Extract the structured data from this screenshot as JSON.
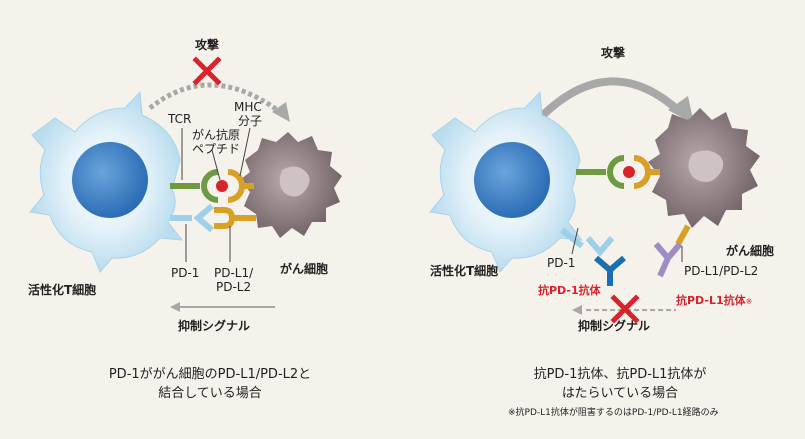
{
  "left_panel": {
    "attack_label": "攻撃",
    "tcr_label": "TCR",
    "antigen_label_line1": "がん抗原",
    "antigen_label_line2": "ペプチド",
    "mhc_label_line1": "MHC",
    "mhc_label_line2": "分子",
    "pd1_label": "PD-1",
    "pdl_label_line1": "PD-L1/",
    "pdl_label_line2": "PD-L2",
    "tcell_label": "活性化T細胞",
    "cancer_label": "がん細胞",
    "signal_label": "抑制シグナル",
    "caption_line1": "PD-1ががん細胞のPD-L1/PD-L2と",
    "caption_line2": "結合している場合"
  },
  "right_panel": {
    "attack_label": "攻撃",
    "pd1_label": "PD-1",
    "anti_pd1_label": "抗PD-1抗体",
    "pdl_label": "PD-L1/PD-L2",
    "anti_pdl1_label": "抗PD-L1抗体",
    "anti_pdl1_mark": "※",
    "tcell_label": "活性化T細胞",
    "cancer_label": "がん細胞",
    "signal_label": "抑制シグナル",
    "caption_line1": "抗PD-1抗体、抗PD-L1抗体が",
    "caption_line2": "はたらいている場合",
    "footnote": "※抗PD-L1抗体が阻害するのはPD-1/PD-L1経路のみ"
  },
  "colors": {
    "background": "#f5f2ec",
    "tcell_outer": "#cfe6f3",
    "tcell_nucleus": "#3f82c9",
    "cancer_cell": "#8a7a7e",
    "tcr_green": "#6d9a43",
    "mhc_orange": "#d9a028",
    "antigen_red": "#d8232a",
    "pd1_lightblue": "#9fd0ea",
    "anti_pd1_blue": "#1b6fb0",
    "anti_pdl1_purple": "#a08cc4",
    "block_red": "#d8232a",
    "arrow_gray": "#a8a8a8"
  }
}
